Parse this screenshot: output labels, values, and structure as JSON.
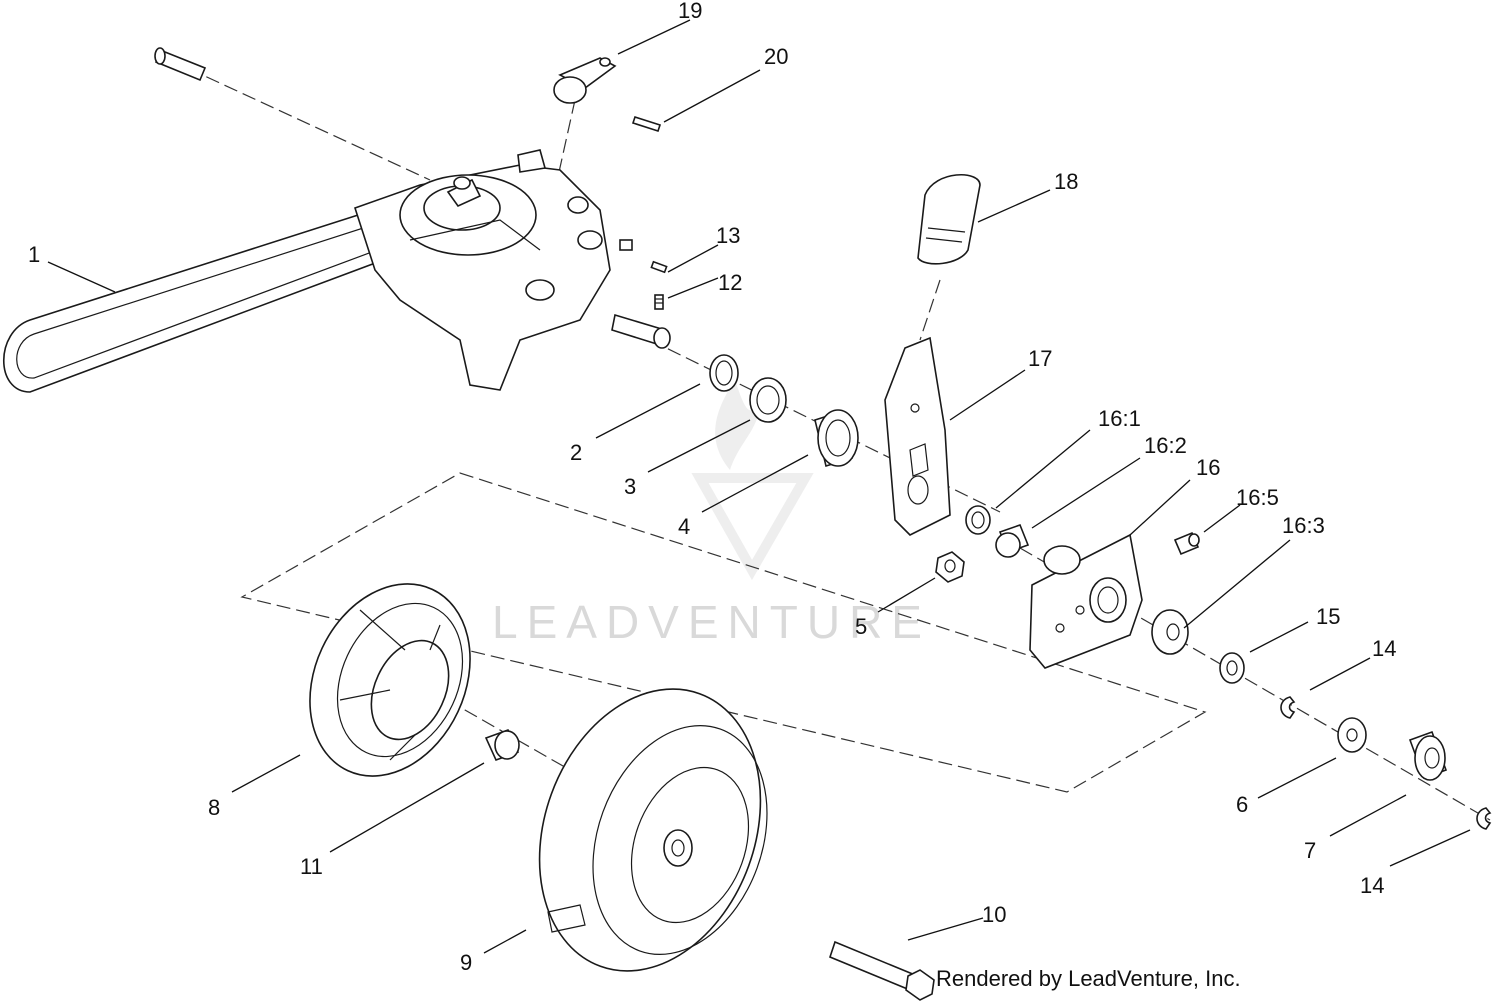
{
  "diagram": {
    "watermark_text": "LEADVENTURE",
    "credit_text": "Rendered by LeadVenture, Inc.",
    "callouts": [
      "1",
      "2",
      "3",
      "4",
      "5",
      "6",
      "7",
      "8",
      "9",
      "10",
      "11",
      "12",
      "13",
      "14",
      "14",
      "15",
      "16",
      "16:1",
      "16:2",
      "16:3",
      "16:5",
      "17",
      "18",
      "19",
      "20"
    ],
    "colors": {
      "line": "#1a1a1a",
      "watermark": "#d9d9d9",
      "background": "#ffffff"
    }
  }
}
